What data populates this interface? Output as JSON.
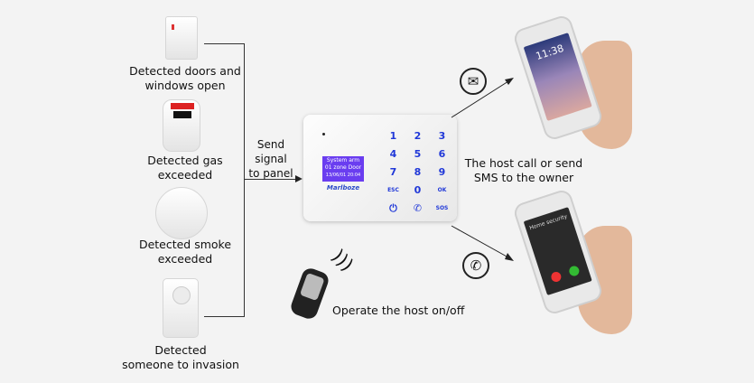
{
  "sensors": [
    {
      "label_line1": "Detected doors and",
      "label_line2": "windows open",
      "icon": "door-sensor-icon"
    },
    {
      "label_line1": "Detected gas",
      "label_line2": "exceeded",
      "icon": "gas-detector-icon"
    },
    {
      "label_line1": "Detected smoke",
      "label_line2": "exceeded",
      "icon": "smoke-detector-icon"
    },
    {
      "label_line1": "Detected",
      "label_line2": "someone to invasion",
      "icon": "pir-sensor-icon"
    }
  ],
  "send_signal": {
    "line1": "Send signal",
    "line2": "to panel"
  },
  "panel": {
    "screen_line1": "System arm",
    "screen_line2": "01 zone Door",
    "screen_line3": "13/06/01   20:04",
    "brand": "Marlboze",
    "keys": [
      "1",
      "2",
      "3",
      "4",
      "5",
      "6",
      "7",
      "8",
      "9",
      "ESC",
      "0",
      "OK",
      "⏻",
      "✆",
      "SOS"
    ]
  },
  "remote": {
    "label": "Operate the host on/off"
  },
  "owner": {
    "line1": "The host call or send",
    "line2": "SMS to the owner"
  },
  "phones": {
    "lock_time": "11:38",
    "caller": "Home security"
  },
  "colors": {
    "key_blue": "#2038d8",
    "screen_purple": "#6a3df0"
  }
}
